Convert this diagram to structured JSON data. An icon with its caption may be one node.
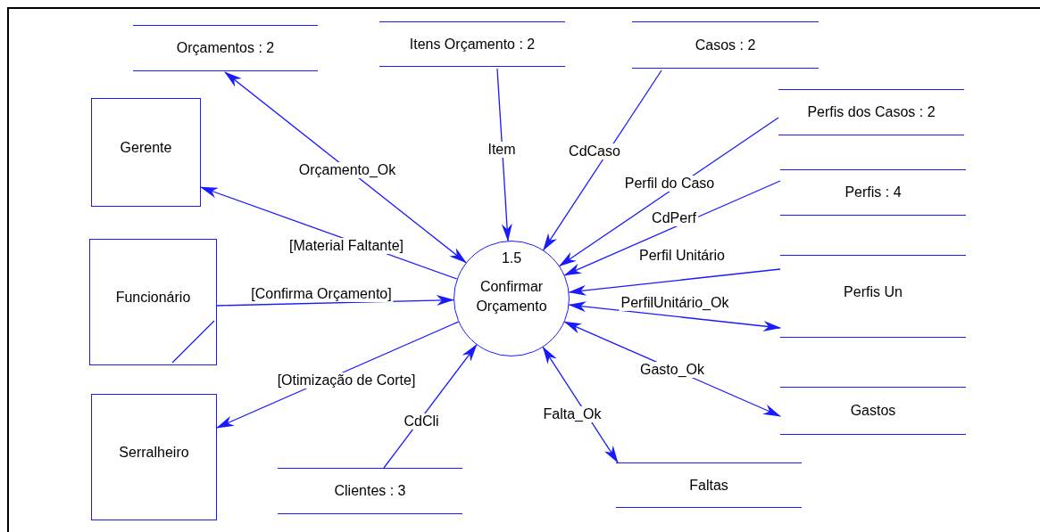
{
  "diagram": {
    "nodes": [
      {
        "text": [
          "Orçamentos : 2"
        ]
      },
      {
        "text": [
          "Itens Orçamento : 2"
        ]
      },
      {
        "text": [
          "Casos : 2"
        ]
      },
      {
        "text": [
          "Perfis dos Casos : 2"
        ]
      },
      {
        "text": [
          "Perfis : 4"
        ]
      },
      {
        "text": [
          "Perfis Un"
        ]
      },
      {
        "text": [
          "Gastos"
        ]
      },
      {
        "text": [
          "Faltas"
        ]
      },
      {
        "text": [
          "Clientes : 3"
        ]
      },
      {
        "text": [
          "Gerente"
        ]
      },
      {
        "text": [
          "Funcionário"
        ]
      },
      {
        "text": [
          "Serralheiro"
        ]
      },
      {
        "text": [
          "1.5",
          "Confirmar Orçamento"
        ]
      }
    ],
    "edges": [
      {
        "from": 12,
        "to": 0,
        "arrow": "both",
        "label": "Orçamento_Ok"
      },
      {
        "from": 1,
        "to": 12,
        "arrow": "to",
        "label": "Item"
      },
      {
        "from": 2,
        "to": 12,
        "arrow": "to",
        "label": "CdCaso"
      },
      {
        "from": 3,
        "to": 12,
        "arrow": "to",
        "label": "Perfil do Caso"
      },
      {
        "from": 4,
        "to": 12,
        "arrow": "to",
        "label": "CdPerf"
      },
      {
        "from": 5,
        "to": 12,
        "arrow": "to",
        "label": "Perfil Unitário"
      },
      {
        "from": 12,
        "to": 5,
        "arrow": "both",
        "label": "PerfilUnitário_Ok"
      },
      {
        "from": 12,
        "to": 6,
        "arrow": "both",
        "label": "Gasto_Ok"
      },
      {
        "from": 12,
        "to": 7,
        "arrow": "both",
        "label": "Falta_Ok"
      },
      {
        "from": 8,
        "to": 12,
        "arrow": "to",
        "label": "CdCli"
      },
      {
        "from": 12,
        "to": 11,
        "arrow": "to",
        "label": "[Otimização de Corte]"
      },
      {
        "from": 10,
        "to": 12,
        "arrow": "to",
        "label": "[Confirma Orçamento]"
      },
      {
        "from": 12,
        "to": 9,
        "arrow": "to",
        "label": "[Material Faltante]"
      }
    ]
  }
}
